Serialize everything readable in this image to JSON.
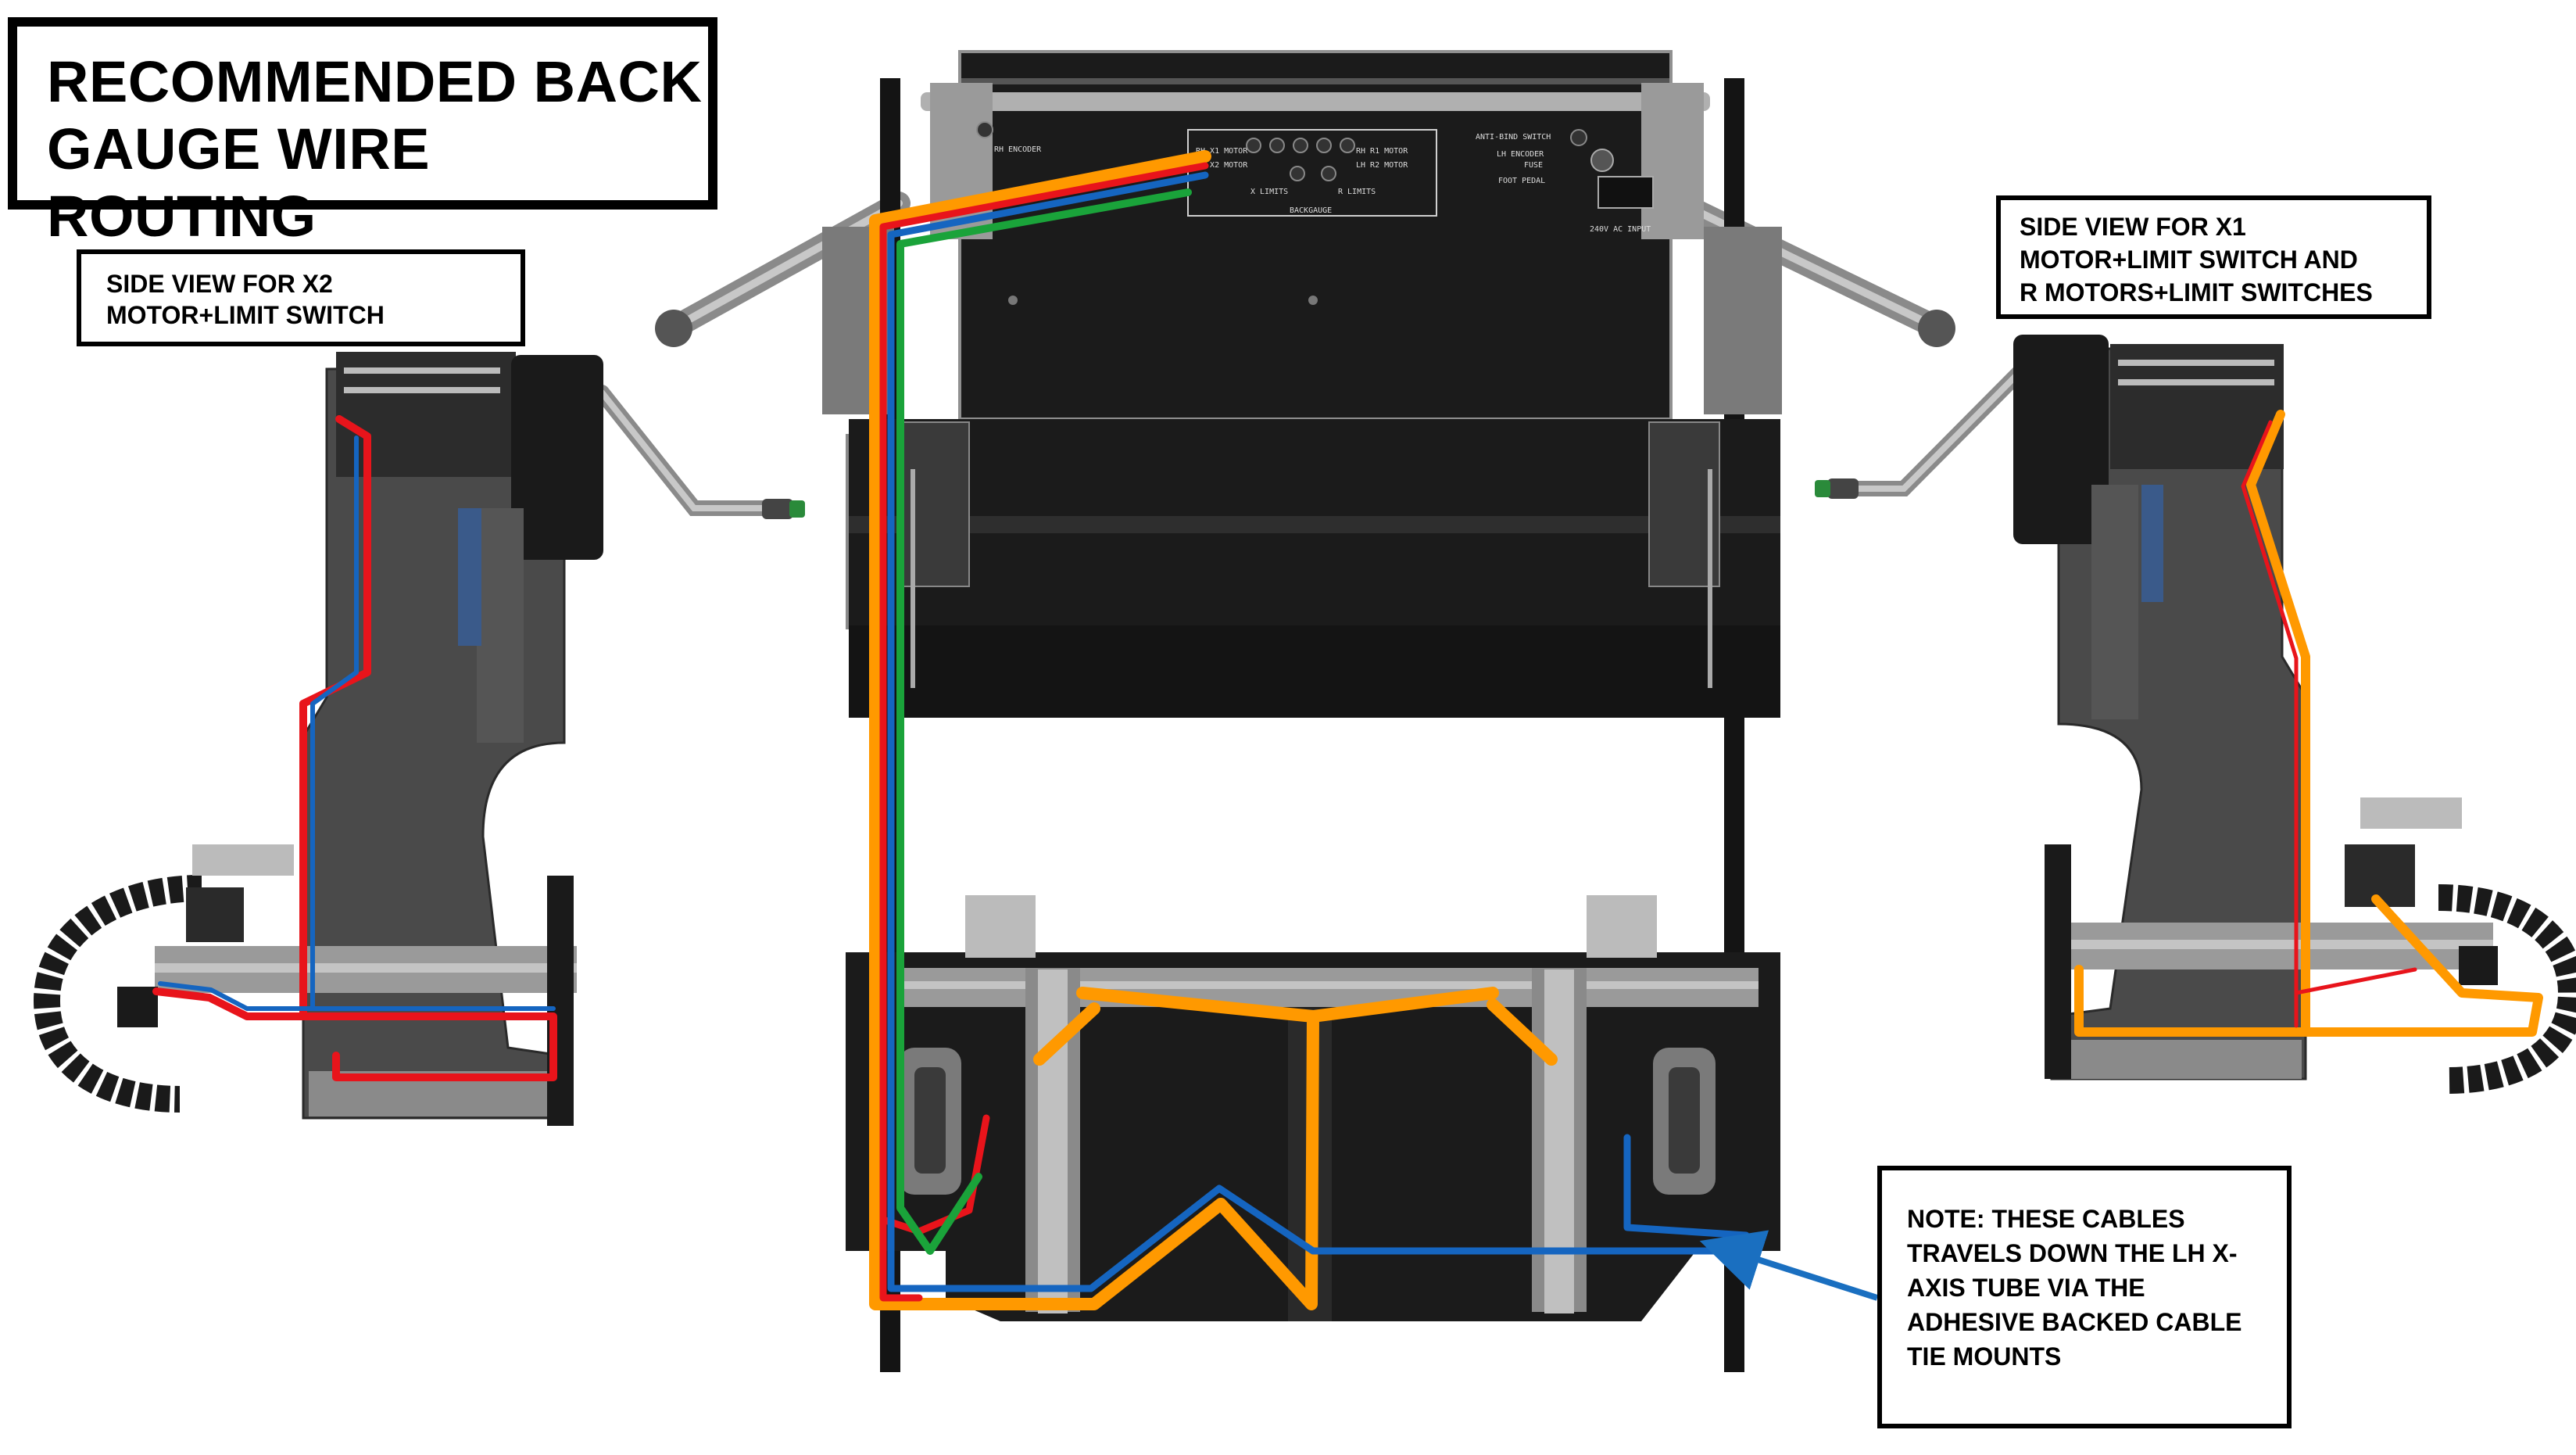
{
  "title": "RECOMMENDED BACK\nGAUGE WIRE ROUTING",
  "callouts": {
    "x2_side_view": "SIDE VIEW FOR X2\nMOTOR+LIMIT SWITCH",
    "x1_side_view": "SIDE VIEW FOR X1\nMOTOR+LIMIT SWITCH AND\nR MOTORS+LIMIT SWITCHES",
    "note": "NOTE: THESE CABLES\nTRAVELS DOWN THE LH X-\nAXIS TUBE VIA THE\nADHESIVE BACKED CABLE\nTIE MOUNTS"
  },
  "panel_labels": {
    "rh_encoder": "RH ENCODER",
    "rh_x1_motor": "RH X1 MOTOR",
    "lh_x2_motor": "LH X2 MOTOR",
    "rh_r1_motor": "RH R1 MOTOR",
    "lh_r2_motor": "LH R2 MOTOR",
    "x_limits": "X LIMITS",
    "r_limits": "R LIMITS",
    "backgauge": "BACKGAUGE",
    "anti_bind_switch": "ANTI-BIND SWITCH",
    "lh_encoder": "LH ENCODER",
    "fuse": "FUSE",
    "foot_pedal": "FOOT PEDAL",
    "ac_input": "240V AC INPUT"
  },
  "colors": {
    "orange_wire": "#ff9900",
    "red_wire": "#e8141b",
    "blue_wire": "#1565c0",
    "green_wire": "#1aa33a",
    "machine_dark": "#1c1c1c",
    "machine_grey": "#6e6e6e",
    "steel": "#a8a8a8",
    "arrow": "#1a6fc0"
  }
}
